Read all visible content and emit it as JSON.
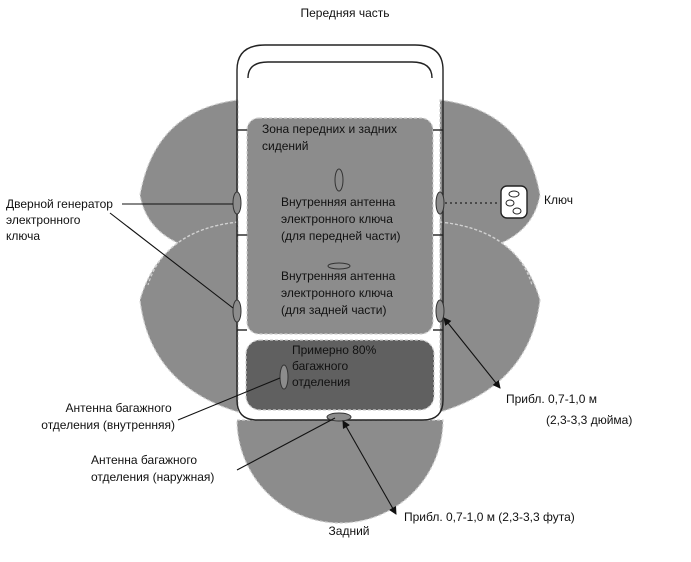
{
  "labels": {
    "front": "Передняя часть",
    "rear": "Задний",
    "seat_zone_line1": "Зона передних и задних",
    "seat_zone_line2": "сидений",
    "door_gen_line1": "Дверной генератор",
    "door_gen_line2": "электронного",
    "door_gen_line3": "ключа",
    "key": "Ключ",
    "int_front_line1": "Внутренняя антенна",
    "int_front_line2": "электронного ключа",
    "int_front_line3": "(для передней части)",
    "int_rear_line1": "Внутренняя антенна",
    "int_rear_line2": "электронного ключа",
    "int_rear_line3": "(для задней части)",
    "trunk_zone_line1": "Примерно 80%",
    "trunk_zone_line2": "багажного",
    "trunk_zone_line3": "отделения",
    "trunk_int_line1": "Антенна багажного",
    "trunk_int_line2": "отделения (внутренняя)",
    "trunk_ext_line1": "Антенна багажного",
    "trunk_ext_line2": "отделения (наружная)",
    "side_range_line1": "Прибл. 0,7-1,0 м",
    "side_range_line2": "(2,3-3,3 дюйма)",
    "rear_range": "Прибл. 0,7-1,0 м (2,3-3,3 фута)"
  },
  "colors": {
    "zone": "#8c8c8c",
    "trunk_zone": "#606060",
    "zone_outline": "#cfcfcf",
    "lines": "#222222"
  },
  "icons": {
    "key": "key-fob-icon"
  }
}
